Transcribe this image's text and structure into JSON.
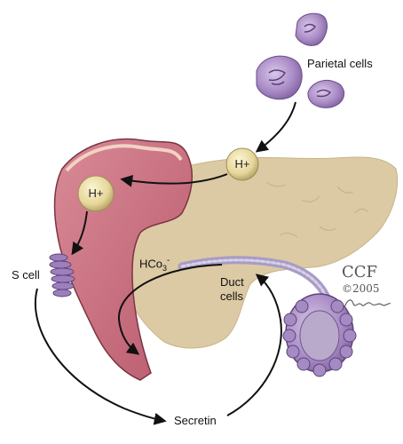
{
  "labels": {
    "parietal_cells": "Parietal cells",
    "h_plus_top": "H+",
    "h_plus_left": "H+",
    "bicarbonate_base": "HCo",
    "bicarbonate_sub": "3",
    "bicarbonate_sup": "-",
    "duct_cells_line1": "Duct",
    "duct_cells_line2": "cells",
    "s_cell": "S cell",
    "secretin": "Secretin"
  },
  "watermark": {
    "org": "CCF",
    "year": "©2005"
  },
  "colors": {
    "pancreas": "#dccaa4",
    "stomach": "#c5697a",
    "parietal": "#9a7cb4",
    "ion_ball": "#e8dba0",
    "arrow": "#111111"
  }
}
